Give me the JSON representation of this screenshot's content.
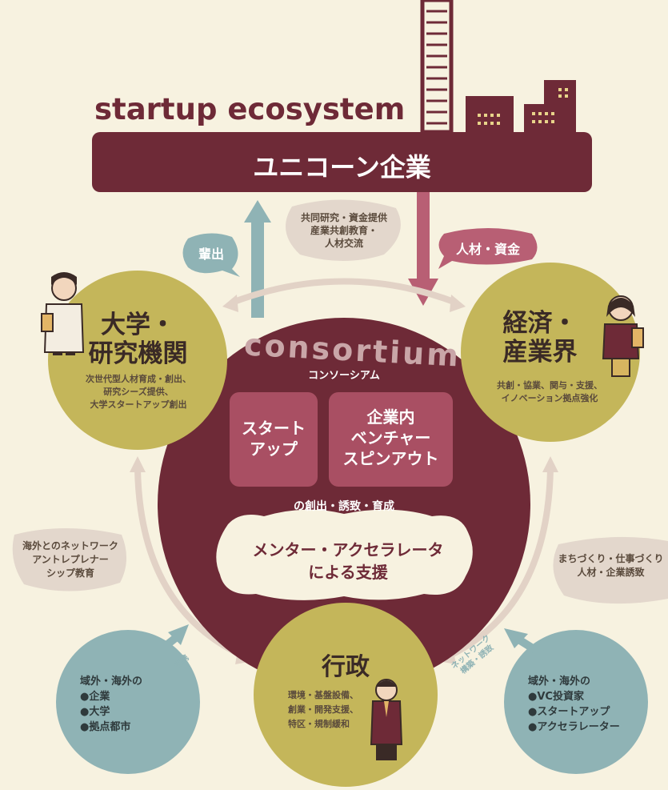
{
  "header": {
    "title": "startup ecosystem",
    "unicorn": "ユニコーン企業"
  },
  "bubbles": {
    "top_center": [
      "共同研究・資金提供",
      "産業共創教育・",
      "人材交流"
    ],
    "hai_shutsu": "輩出",
    "jinzai_shikin": "人材・資金",
    "left": [
      "海外とのネットワーク",
      "アントレプレナー",
      "シップ教育"
    ],
    "right": [
      "まちづくり・仕事づくり",
      "人材・企業誘致"
    ]
  },
  "university": {
    "title": [
      "大学・",
      "研究機関"
    ],
    "desc": [
      "次世代型人材育成・創出、",
      "研究シーズ提供、",
      "大学スタートアップ創出"
    ]
  },
  "industry": {
    "title": [
      "経済・",
      "産業界"
    ],
    "desc": [
      "共創・協業、関与・支援、",
      "イノベーション拠点強化"
    ]
  },
  "consortium": {
    "latin": "consortium",
    "label": "コンソーシアム",
    "box_left": [
      "スタート",
      "アップ"
    ],
    "box_right": [
      "企業内",
      "ベンチャー",
      "スピンアウト"
    ],
    "caption": "の創出・誘致・育成",
    "mentor": [
      "メンター・アクセラレータ",
      "による支援"
    ]
  },
  "government": {
    "title": "行政",
    "desc": [
      "環境・基盤設備、",
      "創業・開発支援、",
      "特区・規制緩和"
    ]
  },
  "outer_left": {
    "head": "域外・海外の",
    "items": [
      "●企業",
      "●大学",
      "●拠点都市"
    ],
    "arrow_label": "連携"
  },
  "outer_right": {
    "head": "域外・海外の",
    "items": [
      "●VC投資家",
      "●スタートアップ",
      "●アクセラレーター"
    ],
    "arrow_label": [
      "ネットワーク",
      "構築・誘致"
    ]
  },
  "colors": {
    "background": "#f7f2e0",
    "maroon": "#6e2a37",
    "olive": "#c4b65a",
    "teal": "#8fb3b5",
    "pink_box": "#a94f63",
    "bubble": "#e3d7cc"
  }
}
